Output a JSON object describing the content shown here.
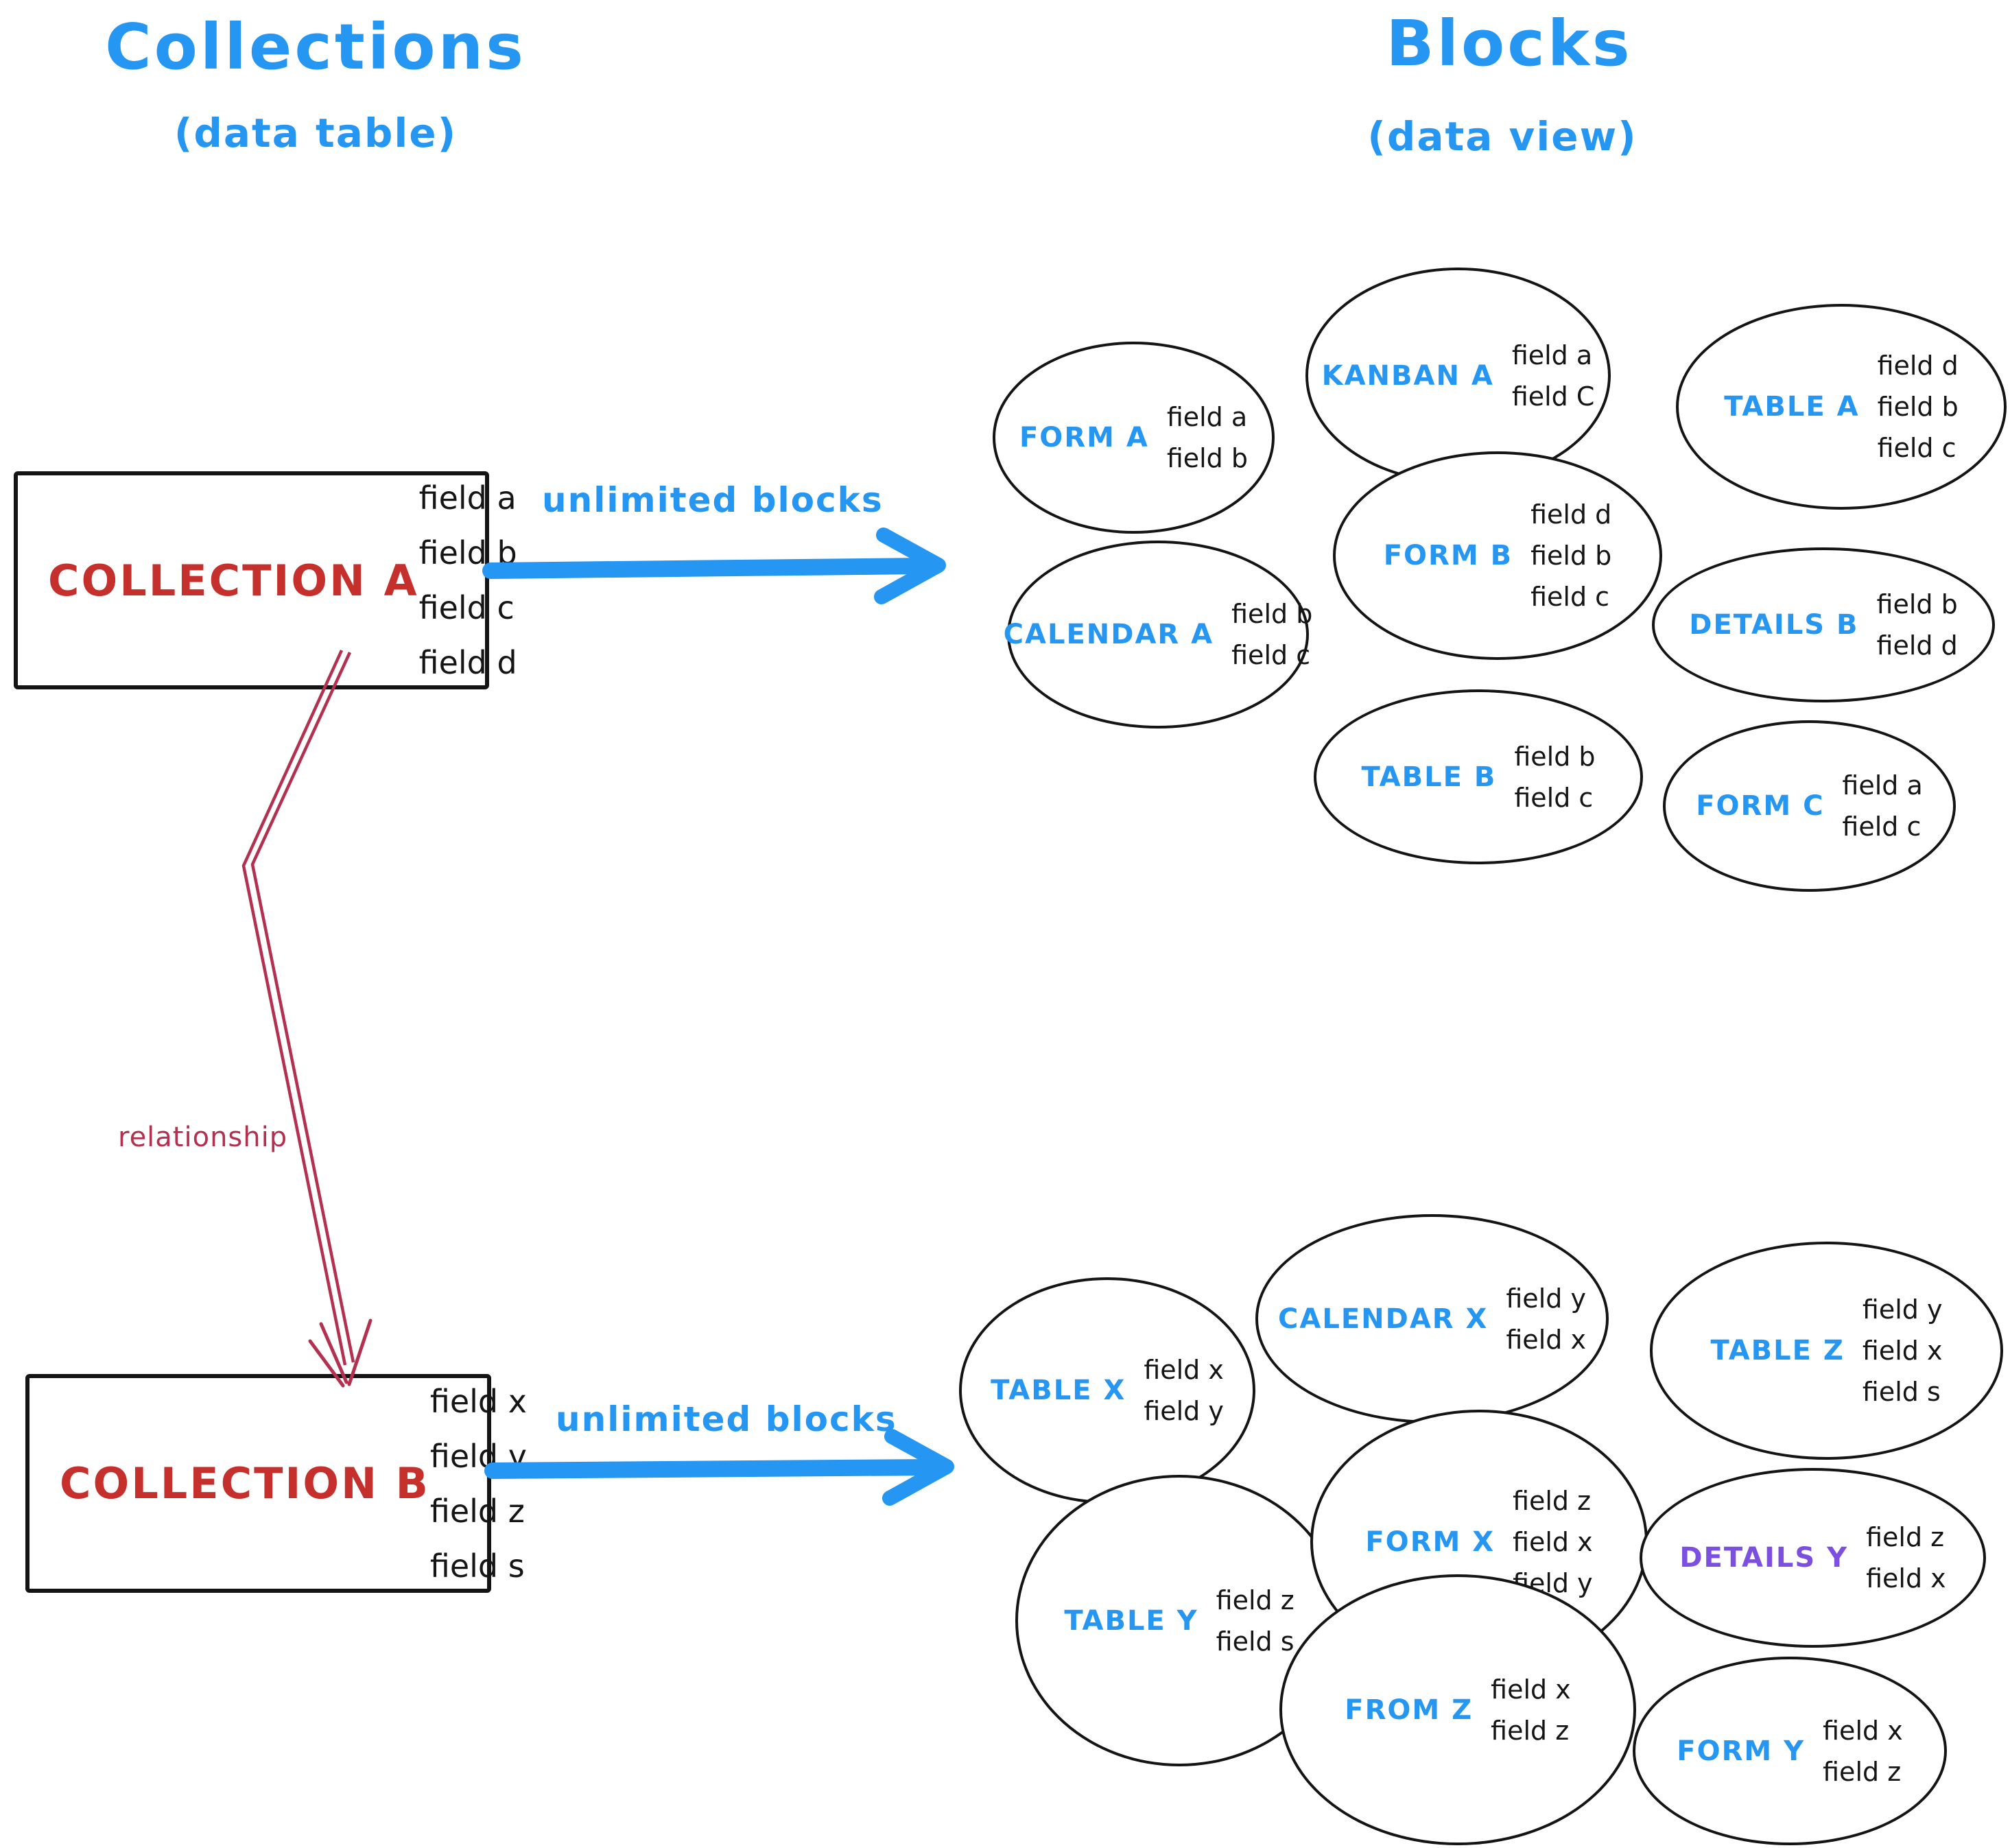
{
  "titles": {
    "left_title": "Collections",
    "left_subtitle": "(data table)",
    "right_title": "Blocks",
    "right_subtitle": "(data view)"
  },
  "collections": [
    {
      "name": "COLLECTION A",
      "fields": [
        "field a",
        "field b",
        "field c",
        "field d"
      ]
    },
    {
      "name": "COLLECTION B",
      "fields": [
        "field x",
        "field y",
        "field z",
        "field s"
      ]
    }
  ],
  "arrows": {
    "unlimited_blocks_a": "unlimited blocks",
    "unlimited_blocks_b": "unlimited blocks",
    "relationship": "relationship"
  },
  "blocks_a": [
    {
      "label": "FORM A",
      "fields": [
        "field a",
        "field b"
      ]
    },
    {
      "label": "KANBAN A",
      "fields": [
        "field a",
        "field C"
      ]
    },
    {
      "label": "TABLE A",
      "fields": [
        "field d",
        "field b",
        "field c"
      ]
    },
    {
      "label": "CALENDAR A",
      "fields": [
        "field b",
        "field c"
      ]
    },
    {
      "label": "FORM B",
      "fields": [
        "field d",
        "field b",
        "field c"
      ]
    },
    {
      "label": "DETAILS B",
      "fields": [
        "field b",
        "field d"
      ]
    },
    {
      "label": "TABLE B",
      "fields": [
        "field b",
        "field c"
      ]
    },
    {
      "label": "FORM C",
      "fields": [
        "field a",
        "field c"
      ]
    }
  ],
  "blocks_b": [
    {
      "label": "TABLE X",
      "fields": [
        "field x",
        "field y"
      ]
    },
    {
      "label": "CALENDAR X",
      "fields": [
        "field y",
        "field x"
      ]
    },
    {
      "label": "TABLE Z",
      "fields": [
        "field y",
        "field x",
        "field s"
      ]
    },
    {
      "label": "TABLE Y",
      "fields": [
        "field z",
        "field s"
      ]
    },
    {
      "label": "FORM X",
      "fields": [
        "field z",
        "field x",
        "field y"
      ]
    },
    {
      "label": "DETAILS Y",
      "fields": [
        "field z",
        "field x"
      ]
    },
    {
      "label": "FROM Z",
      "fields": [
        "field x",
        "field z"
      ]
    },
    {
      "label": "FORM Y",
      "fields": [
        "field x",
        "field z"
      ]
    }
  ],
  "colors": {
    "accent_blue": "#2596f2",
    "collection_red": "#c5302c",
    "relationship_crimson": "#b3304f",
    "details_y_purple": "#7c4fe0",
    "ink_black": "#141414"
  }
}
